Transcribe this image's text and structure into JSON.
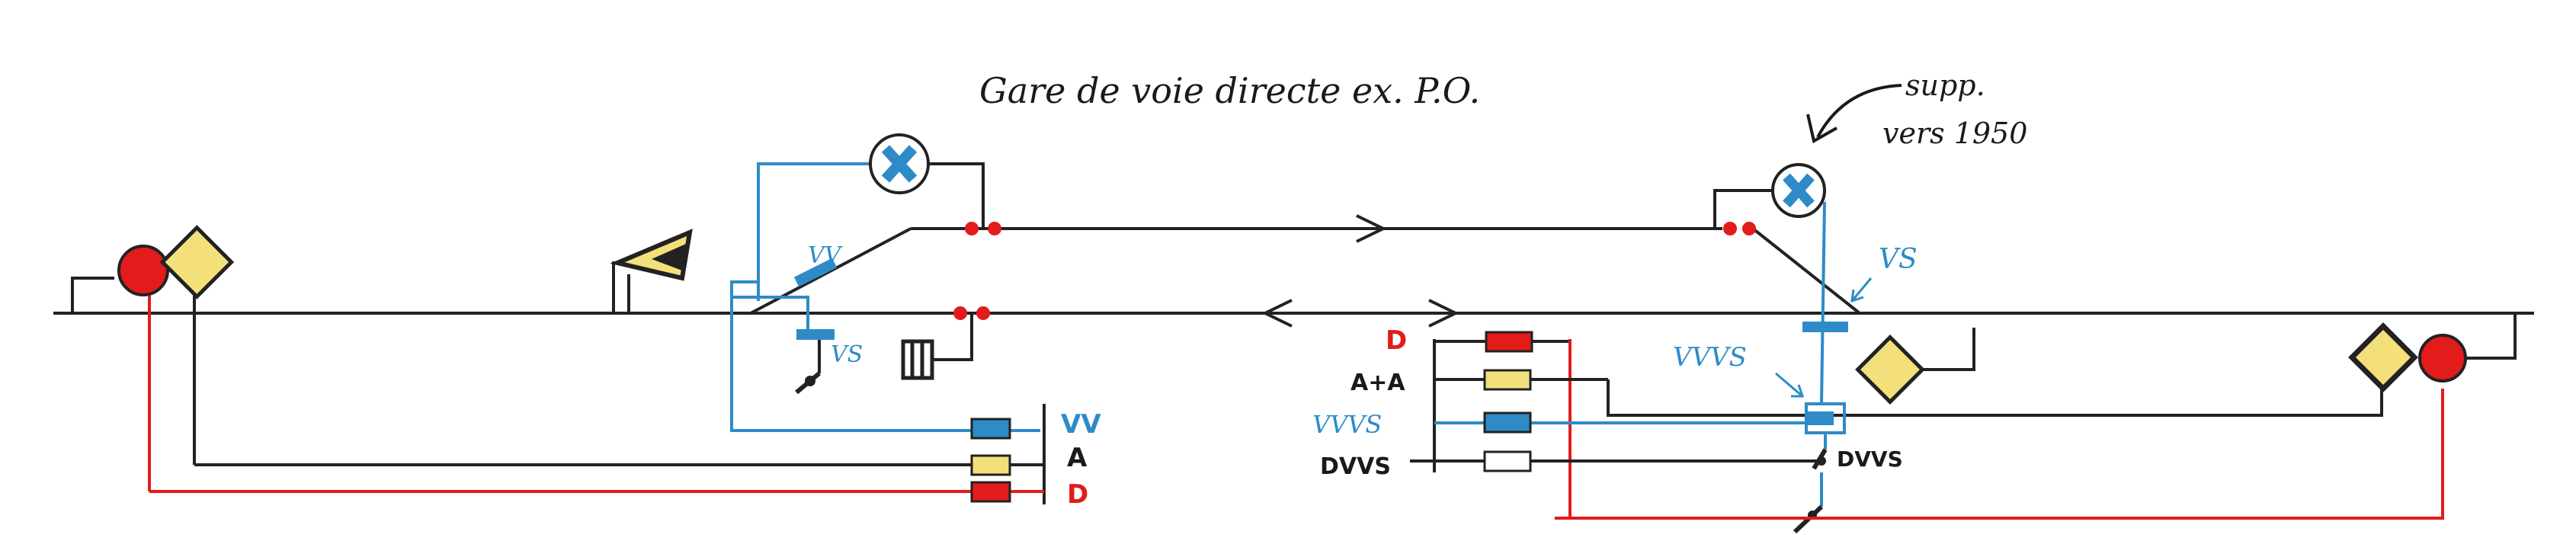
{
  "title": "Gare de voie directe ex. P.O.",
  "annotation": {
    "line1": "supp.",
    "line2": "vers 1950"
  },
  "left_panel": {
    "labels": [
      "VV",
      "A",
      "D"
    ]
  },
  "right_panel": {
    "labels": [
      "D",
      "A+A",
      "VVVS",
      "DVVS"
    ],
    "vs_label": "VS",
    "vvvs_label": "VVVS",
    "dvvs_label": "DVVS"
  },
  "left_switch": {
    "vv_label": "VV",
    "vs_label": "VS"
  },
  "colors": {
    "black": "#1a1a1a",
    "blue": "#2e8bc7",
    "red": "#e31b1b",
    "yellow": "#f4e07a",
    "track": "#222222"
  },
  "icons": [
    "signal-red-disc-icon",
    "signal-yellow-diamond-icon",
    "distant-signal-triangle-icon",
    "crossing-x-disc-icon",
    "lever-icon",
    "lamp-box-icon"
  ]
}
